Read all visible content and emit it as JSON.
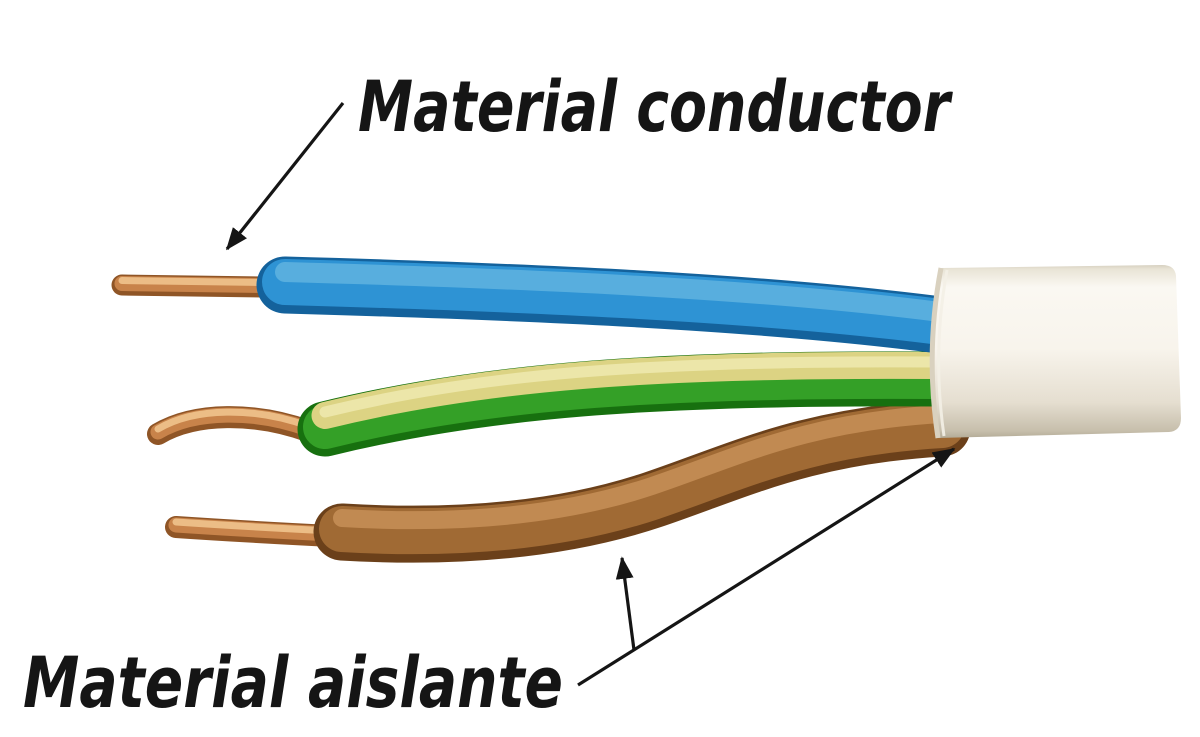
{
  "diagram": {
    "background_color": "#ffffff",
    "labels": {
      "conductor": "Material conductor",
      "aislante": "Material aislante"
    },
    "colors": {
      "text": "#151515",
      "arrow": "#151515",
      "copper": "#c8834a",
      "blue_insulation": "#2e93d4",
      "green_insulation": "#34a027",
      "yellow_insulation": "#dcd383",
      "brown_insulation": "#a06a34",
      "sheath_white": "#f6f2e9"
    },
    "wires": [
      {
        "position": "top",
        "insulation": "blue",
        "conductor": "bare copper"
      },
      {
        "position": "middle",
        "insulation": "yellow-green",
        "conductor": "bare copper"
      },
      {
        "position": "bottom",
        "insulation": "brown",
        "conductor": "bare copper"
      }
    ]
  }
}
